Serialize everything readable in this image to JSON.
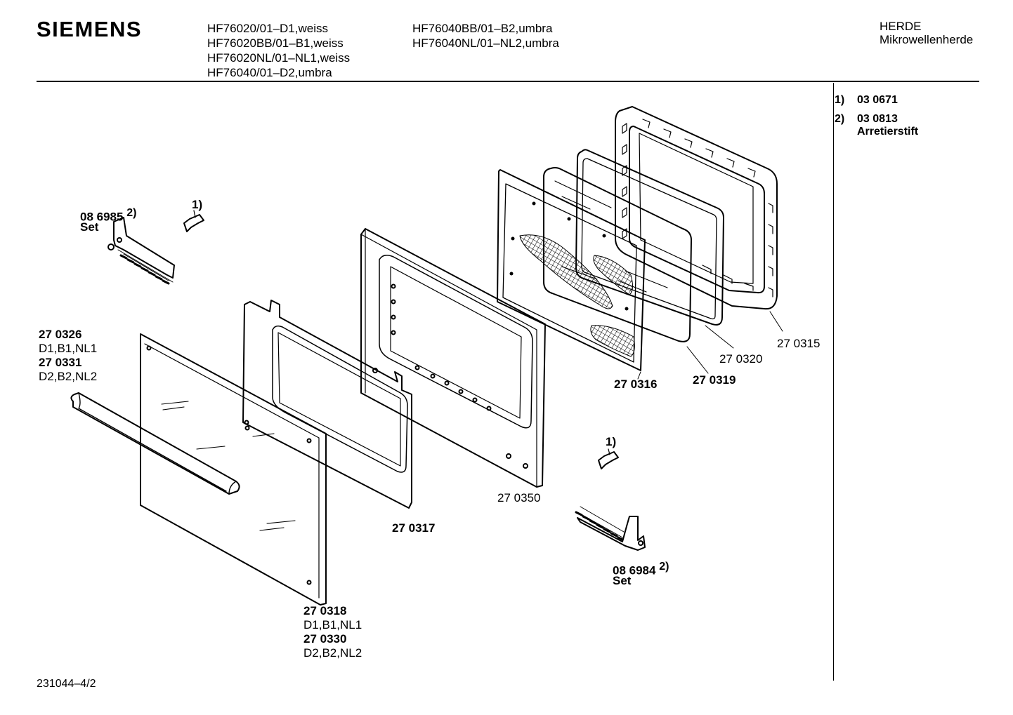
{
  "header": {
    "brand": "SIEMENS",
    "models_col1": [
      "HF76020/01–D1,weiss",
      "HF76020BB/01–B1,weiss",
      "HF76020NL/01–NL1,weiss",
      "HF76040/01–D2,umbra"
    ],
    "models_col2": [
      "HF76040BB/01–B2,umbra",
      "HF76040NL/01–NL2,umbra"
    ],
    "category": "HERDE",
    "subcategory": "Mikrowellenherde"
  },
  "notes": [
    {
      "num": "1)",
      "part": "03 0671",
      "desc": ""
    },
    {
      "num": "2)",
      "part": "03 0813",
      "desc": "Arretierstift"
    }
  ],
  "labels": {
    "hinge_left_part": "08 6985",
    "hinge_left_ref": "2)",
    "hinge_left_set": "Set",
    "clip_left_ref": "1)",
    "handle_line1": "27 0326",
    "handle_line2": "D1,B1,NL1",
    "handle_line3": "27 0331",
    "handle_line4": "D2,B2,NL2",
    "panel_line1": "27 0318",
    "panel_line2": "D1,B1,NL1",
    "panel_line3": "27 0330",
    "panel_line4": "D2,B2,NL2",
    "frame_inner": "27 0317",
    "frame_main": "27 0350",
    "screen": "27 0316",
    "glass": "27 0319",
    "gasket": "27 0320",
    "seal_frame": "27 0315",
    "clip_right_ref": "1)",
    "hinge_right_part": "08 6984",
    "hinge_right_ref": "2)",
    "hinge_right_set": "Set"
  },
  "footer": {
    "drawing_no": "231044–4/2"
  }
}
